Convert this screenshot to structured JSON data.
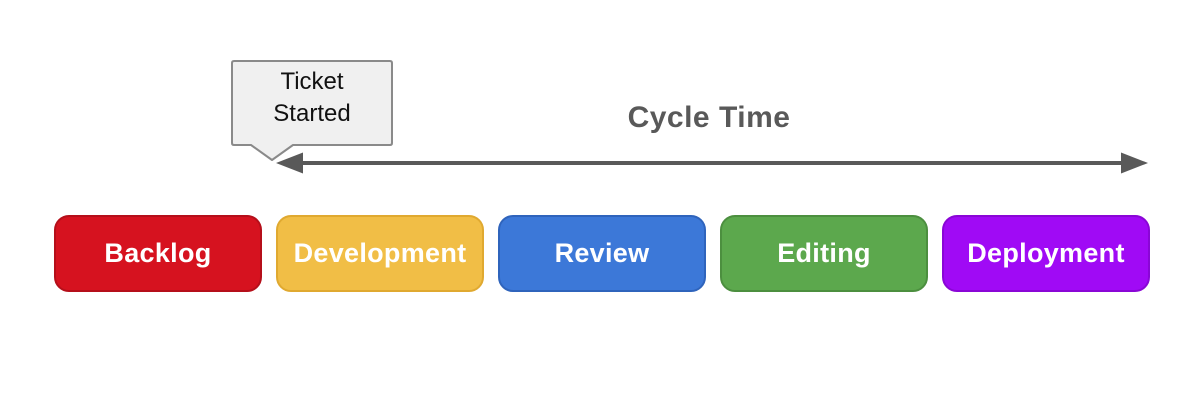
{
  "diagram": {
    "callout": {
      "line1": "Ticket",
      "line2": "Started",
      "fill": "#F0F0F0",
      "border": "#8A8A8A",
      "text_color": "#111111"
    },
    "cycle_time": {
      "label": "Cycle Time",
      "text_color": "#595959",
      "arrow_color": "#595959"
    },
    "stages": [
      {
        "label": "Backlog",
        "color": "#D6121F",
        "border": "#B50F1A"
      },
      {
        "label": "Development",
        "color": "#F1BE46",
        "border": "#E0A930"
      },
      {
        "label": "Review",
        "color": "#3C78D8",
        "border": "#2F64BC"
      },
      {
        "label": "Editing",
        "color": "#5CA84D",
        "border": "#4C8F3F"
      },
      {
        "label": "Deployment",
        "color": "#A00AF5",
        "border": "#8A06D6"
      }
    ],
    "stage_text_color": "#FFFFFF",
    "background": "#FFFFFF"
  }
}
